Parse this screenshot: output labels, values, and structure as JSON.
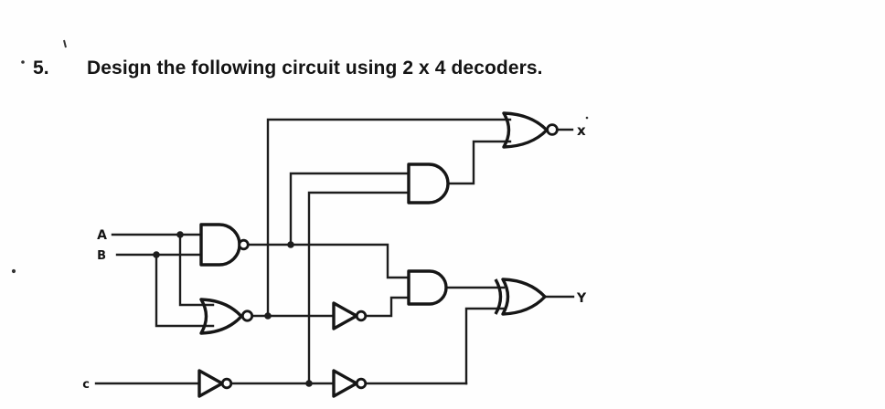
{
  "document": {
    "problem_number": "5.",
    "prompt": "Design the following circuit using 2 x 4 decoders."
  },
  "circuit": {
    "input_labels": {
      "a": "A",
      "b": "B",
      "c": "c"
    },
    "output_labels": {
      "x": "x",
      "y": "Y"
    },
    "ink_color": "#1d1d1d",
    "paper_color": "#fefefe",
    "gates": [
      {
        "id": "nand1",
        "type": "NAND",
        "inputs": [
          "A",
          "B"
        ],
        "output_node": "n1"
      },
      {
        "id": "nor2",
        "type": "NOR",
        "inputs": [
          "A",
          "B"
        ],
        "output_node": "n2"
      },
      {
        "id": "not1",
        "type": "NOT",
        "inputs": [
          "c"
        ],
        "output_node": "n3"
      },
      {
        "id": "not2",
        "type": "NOT",
        "inputs": [
          "n3"
        ],
        "output_node": "n4"
      },
      {
        "id": "not3",
        "type": "NOT",
        "inputs": [
          "n2"
        ],
        "output_node": "n5"
      },
      {
        "id": "and1",
        "type": "AND",
        "inputs": [
          "n1",
          "n3"
        ],
        "output_node": "n6"
      },
      {
        "id": "nor1",
        "type": "NOR",
        "inputs": [
          "n2",
          "n6"
        ],
        "output_node": "x"
      },
      {
        "id": "and2",
        "type": "AND",
        "inputs": [
          "n1",
          "n5"
        ],
        "output_node": "n7"
      },
      {
        "id": "xor1",
        "type": "XOR",
        "inputs": [
          "n7",
          "n4"
        ],
        "output_node": "Y"
      }
    ]
  }
}
